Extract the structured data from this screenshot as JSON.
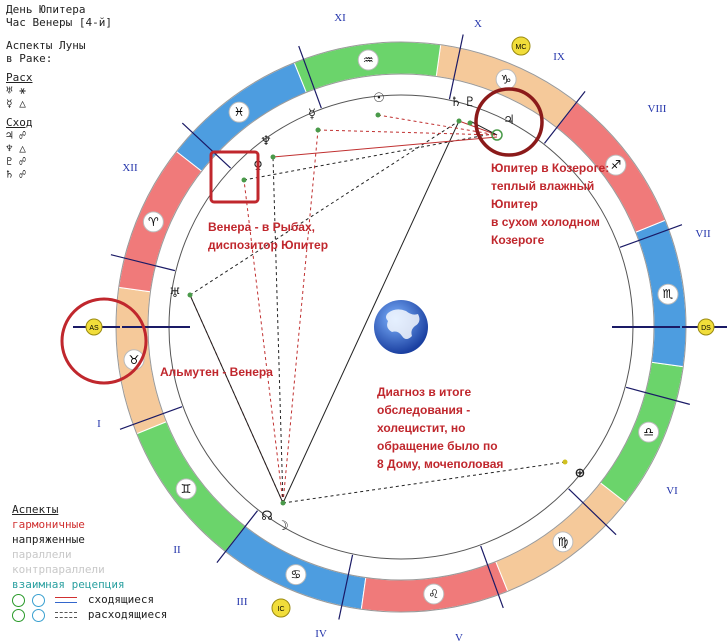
{
  "header": {
    "day": "День Юпитера",
    "hour": "Час Венеры [4-й]",
    "aspects_title_1": "Аспекты Луны",
    "aspects_title_2": "в Раке:"
  },
  "moon_aspects": {
    "sep_title": "Расх",
    "separating": [
      "♅ ⚹",
      "☿ △"
    ],
    "app_title": "Сход",
    "applying": [
      "♃ ☍",
      "♆ △",
      "♇ ☍",
      "♄ ☍"
    ]
  },
  "legend": {
    "title": "Аспекты",
    "harmonic": "гармоничные",
    "tense": "напряженные",
    "parallels": "параллели",
    "contraparallels": "контрпараллели",
    "reception": "взаимная рецепция",
    "converging": "сходящиеся",
    "diverging": "расходящиеся"
  },
  "houses": [
    "I",
    "II",
    "III",
    "IV",
    "V",
    "VI",
    "VII",
    "VIII",
    "IX",
    "X",
    "XI",
    "XII"
  ],
  "axes": {
    "asc": "AS",
    "dsc": "DS",
    "mc": "MC",
    "ic": "IC"
  },
  "zodiac": [
    {
      "sign": "taurus",
      "glyph": "♉",
      "color": "#f5c99a"
    },
    {
      "sign": "gemini",
      "glyph": "♊",
      "color": "#6bd46b"
    },
    {
      "sign": "cancer",
      "glyph": "♋",
      "color": "#4d9de0"
    },
    {
      "sign": "leo",
      "glyph": "♌",
      "color": "#f07a7a"
    },
    {
      "sign": "virgo",
      "glyph": "♍",
      "color": "#f5c99a"
    },
    {
      "sign": "libra",
      "glyph": "♎",
      "color": "#6bd46b"
    },
    {
      "sign": "scorpio",
      "glyph": "♏",
      "color": "#4d9de0"
    },
    {
      "sign": "sagittarius",
      "glyph": "♐",
      "color": "#f07a7a"
    },
    {
      "sign": "capricorn",
      "glyph": "♑",
      "color": "#f5c99a"
    },
    {
      "sign": "aquarius",
      "glyph": "♒",
      "color": "#6bd46b"
    },
    {
      "sign": "pisces",
      "glyph": "♓",
      "color": "#4d9de0"
    },
    {
      "sign": "aries",
      "glyph": "♈",
      "color": "#f07a7a"
    }
  ],
  "planets": {
    "sun": "☉",
    "mercury": "☿",
    "venus": "♀",
    "neptune": "♆",
    "saturn": "♄",
    "pluto": "♇",
    "jupiter": "♃",
    "uranus": "♅",
    "node": "☊",
    "moon": "☽",
    "fortune": "⊕"
  },
  "annotations": {
    "jupiter": [
      "Юпитер в Козероге:",
      "теплый влажный",
      "Юпитер",
      "в сухом холодном",
      "Козероге"
    ],
    "venus": [
      "Венера - в Рыбах,",
      "диспозитор Юпитер"
    ],
    "almuten": "Альмутен - Венера",
    "diagnosis": [
      "Диагноз в итоге",
      "обследования -",
      "холецистит, но",
      "обращение было по",
      "8 Дому, мочеполовая"
    ]
  },
  "colors": {
    "annotation": "#c0272d",
    "highlight_ring": "#8b1a1a",
    "harmonic": "#d03030",
    "tense": "#222222",
    "parallels": "#bbbbbb",
    "reception": "#2aa0a0"
  }
}
